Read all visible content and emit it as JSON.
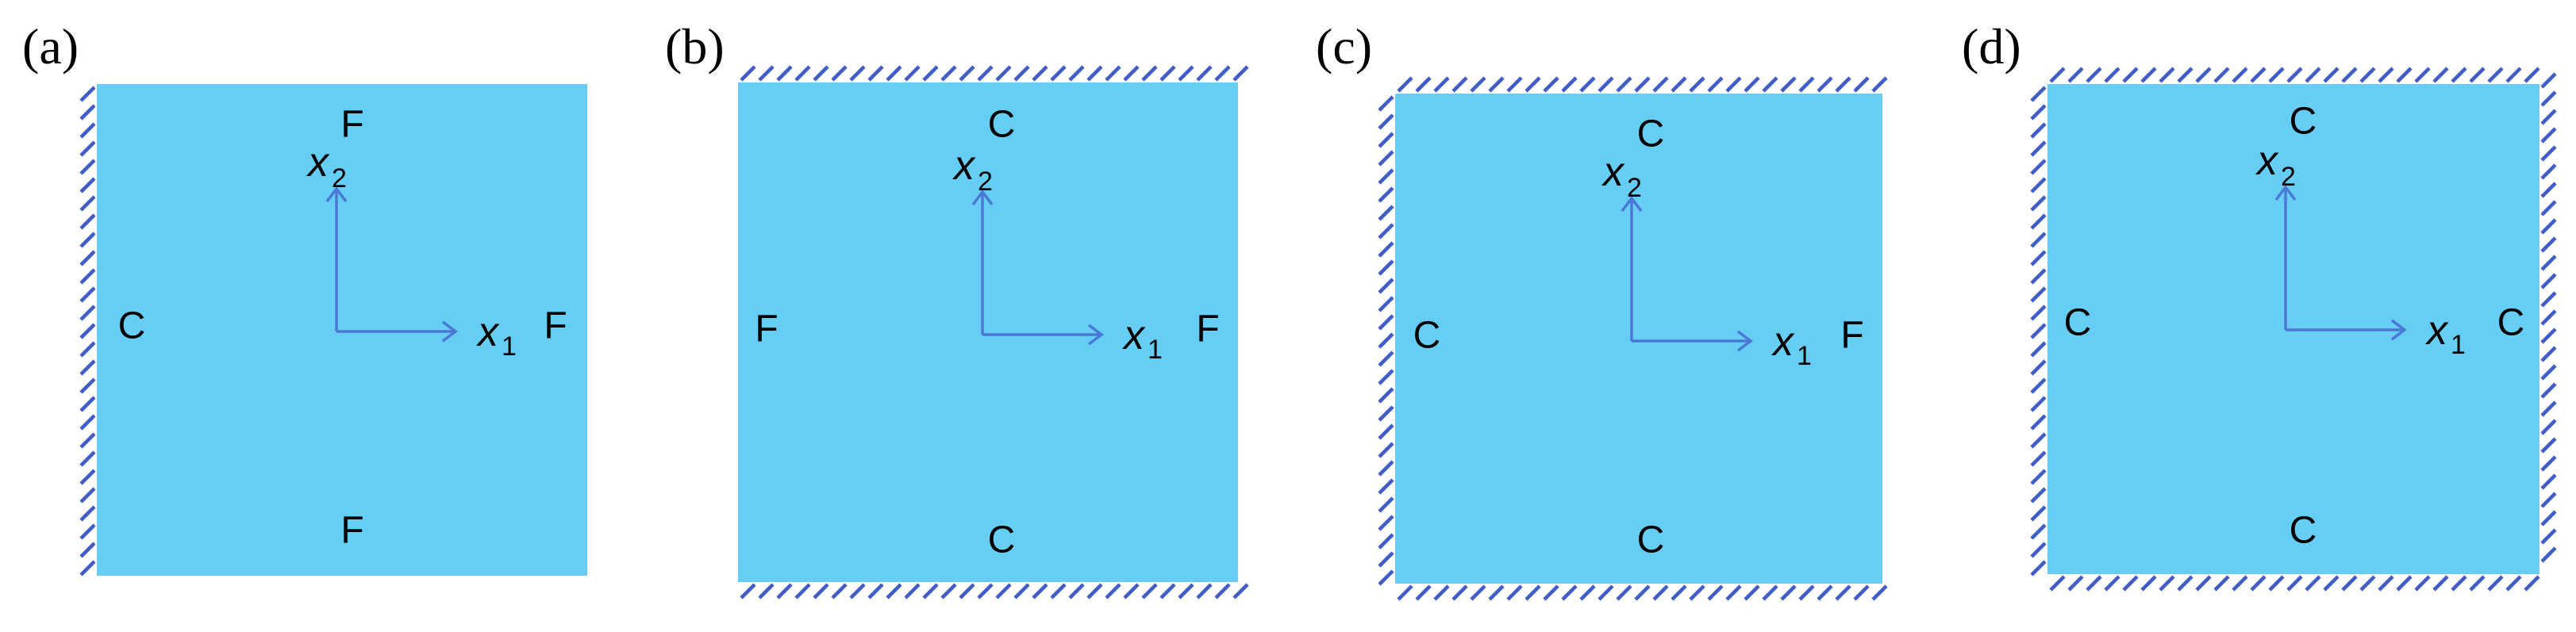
{
  "colors": {
    "plate": "#66CEF5",
    "axis": "#4A78D6",
    "hatch": "#3F5CC9",
    "text": "#000000"
  },
  "axes": {
    "x_label": "x",
    "x_sub": "1",
    "y_label": "x",
    "y_sub": "2"
  },
  "panels": [
    {
      "label": "(a)",
      "top": "F",
      "bottom": "F",
      "left": "C",
      "right": "F"
    },
    {
      "label": "(b)",
      "top": "C",
      "bottom": "C",
      "left": "F",
      "right": "F"
    },
    {
      "label": "(c)",
      "top": "C",
      "bottom": "C",
      "left": "C",
      "right": "F"
    },
    {
      "label": "(d)",
      "top": "C",
      "bottom": "C",
      "left": "C",
      "right": "C"
    }
  ]
}
